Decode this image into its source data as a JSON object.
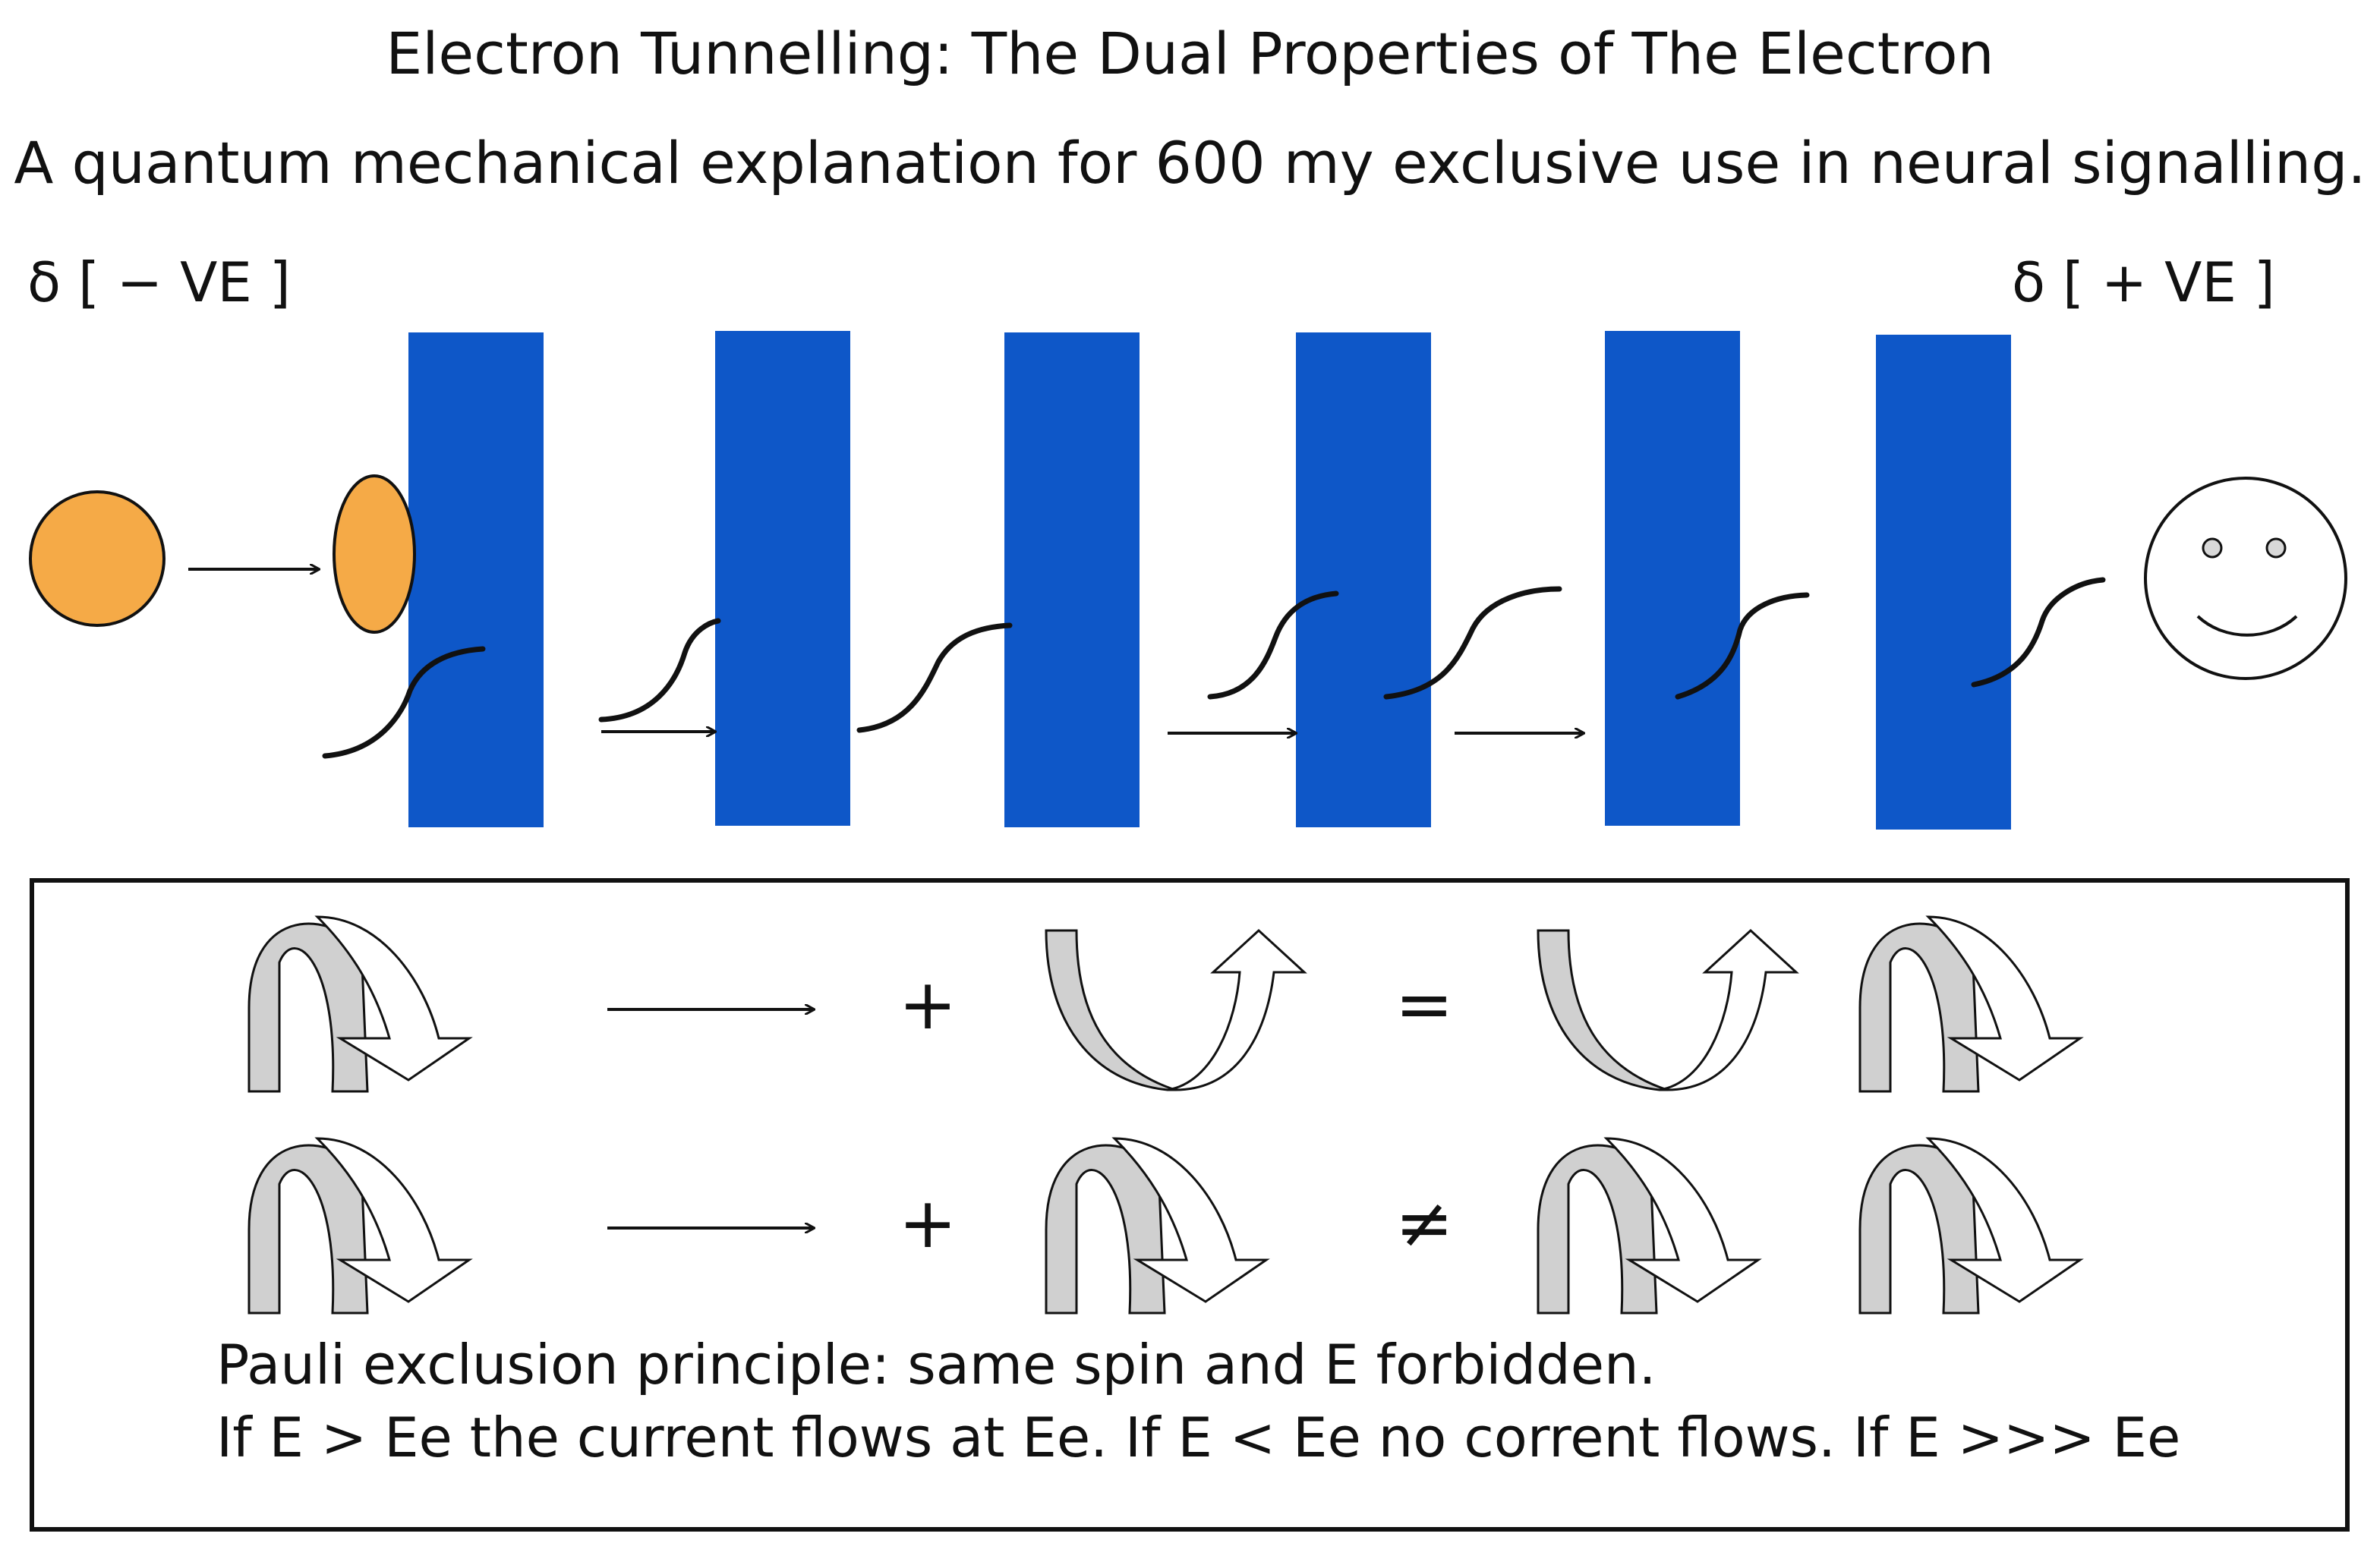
{
  "title": "Electron Tunnelling: The Dual Properties of The Electron",
  "subtitle": "A quantum mechanical explanation for 600 my exclusive use in neural signalling.",
  "labels": {
    "negative": "δ [ − VE ]",
    "positive": "δ [ + VE ]"
  },
  "colors": {
    "barrier": "#0E57C8",
    "electron": "#F5AA47",
    "spin_shade": "#D0D0D0"
  },
  "rows": [
    {
      "operator_plus": "+",
      "relation": "="
    },
    {
      "operator_plus": "+",
      "relation": "≠"
    }
  ],
  "caption": {
    "line1": "Pauli exclusion principle: same spin and E forbidden.",
    "line2": "If E > Ee the current flows at Ee. If E < Ee no corrent flows. If E >>> Ee"
  }
}
